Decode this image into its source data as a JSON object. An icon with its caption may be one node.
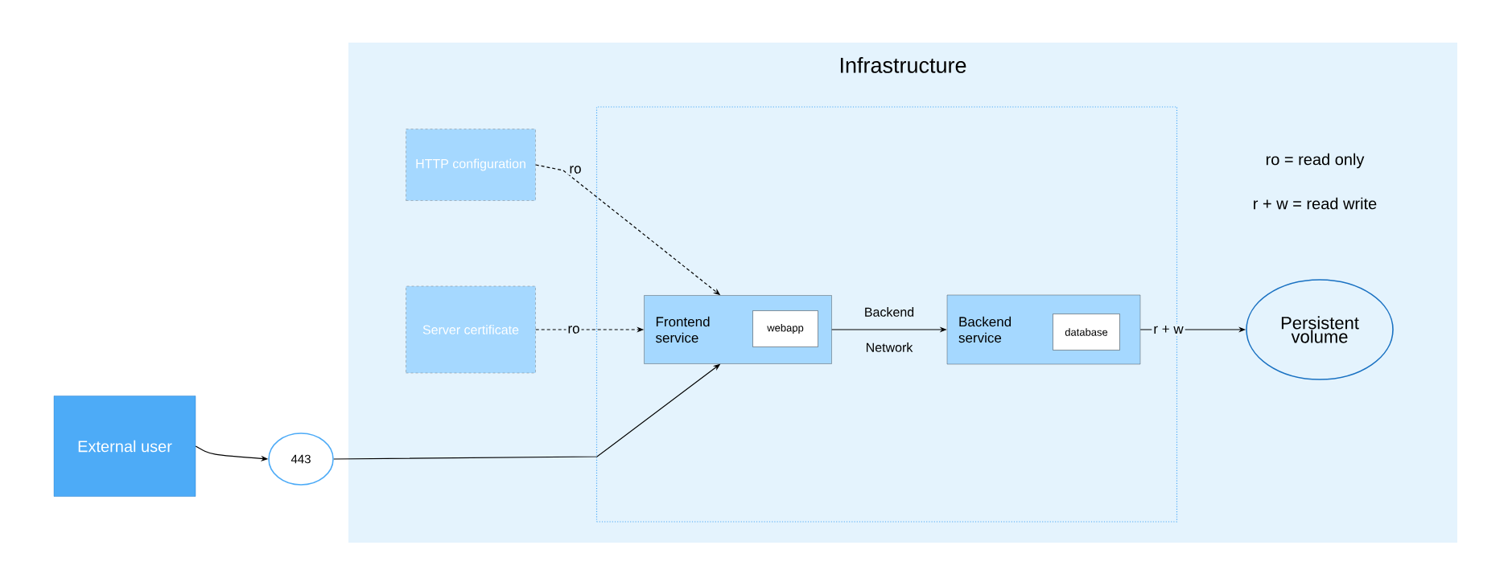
{
  "diagram": {
    "nodes": [
      {
        "text": [
          "Infrastructure"
        ]
      },
      {
        "text": [
          "HTTP configuration"
        ],
        "in": 0
      },
      {
        "text": [
          "Server certificate"
        ],
        "in": 0
      },
      {
        "text": [],
        "shape": "box",
        "in": 0
      },
      {
        "text": [
          "Frontend service"
        ],
        "in": 3
      },
      {
        "text": [
          "webapp"
        ],
        "in": 4
      },
      {
        "text": [
          "Backend service"
        ],
        "in": 3
      },
      {
        "text": [
          "database"
        ],
        "in": 6
      },
      {
        "text": [
          "Persistent volume"
        ],
        "in": 0
      },
      {
        "text": [
          "External user"
        ]
      },
      {
        "text": [
          "443"
        ]
      }
    ],
    "edges": [
      {
        "from": 9,
        "to": 10,
        "arrow": "to"
      },
      {
        "from": 10,
        "to": 4,
        "arrow": "to"
      },
      {
        "from": 1,
        "to": 4,
        "arrow": "to",
        "label": "ro",
        "style": "dashed"
      },
      {
        "from": 2,
        "to": 4,
        "arrow": "to",
        "label": "ro",
        "style": "dashed"
      },
      {
        "from": 4,
        "to": 6,
        "arrow": "to",
        "label": "Backend Network"
      },
      {
        "from": 6,
        "to": 8,
        "arrow": "to",
        "label": "r + w"
      }
    ],
    "labels": [
      "ro = read only",
      "r + w = read write"
    ]
  }
}
